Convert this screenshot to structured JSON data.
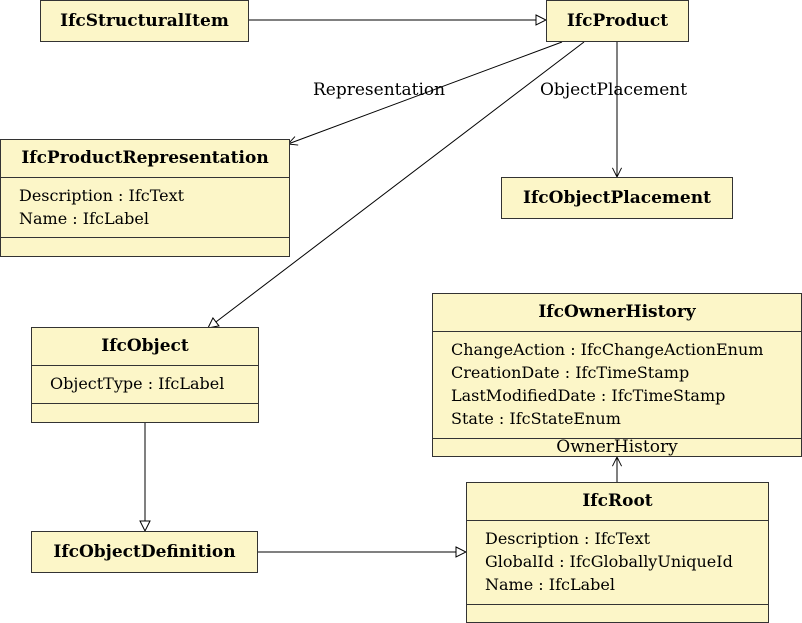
{
  "classes": {
    "structural_item": {
      "name": "IfcStructuralItem"
    },
    "product": {
      "name": "IfcProduct"
    },
    "product_representation": {
      "name": "IfcProductRepresentation",
      "attrs": [
        "Description : IfcText",
        "Name : IfcLabel"
      ]
    },
    "object_placement": {
      "name": "IfcObjectPlacement"
    },
    "object": {
      "name": "IfcObject",
      "attrs": [
        "ObjectType : IfcLabel"
      ]
    },
    "owner_history": {
      "name": "IfcOwnerHistory",
      "attrs": [
        "ChangeAction : IfcChangeActionEnum",
        "CreationDate : IfcTimeStamp",
        "LastModifiedDate : IfcTimeStamp",
        "State : IfcStateEnum"
      ],
      "compartment_label": "OwnerHistory"
    },
    "object_definition": {
      "name": "IfcObjectDefinition"
    },
    "root": {
      "name": "IfcRoot",
      "attrs": [
        "Description : IfcText",
        "GlobalId : IfcGloballyUniqueId",
        "Name : IfcLabel"
      ]
    }
  },
  "edge_labels": {
    "representation": "Representation",
    "object_placement": "ObjectPlacement"
  }
}
